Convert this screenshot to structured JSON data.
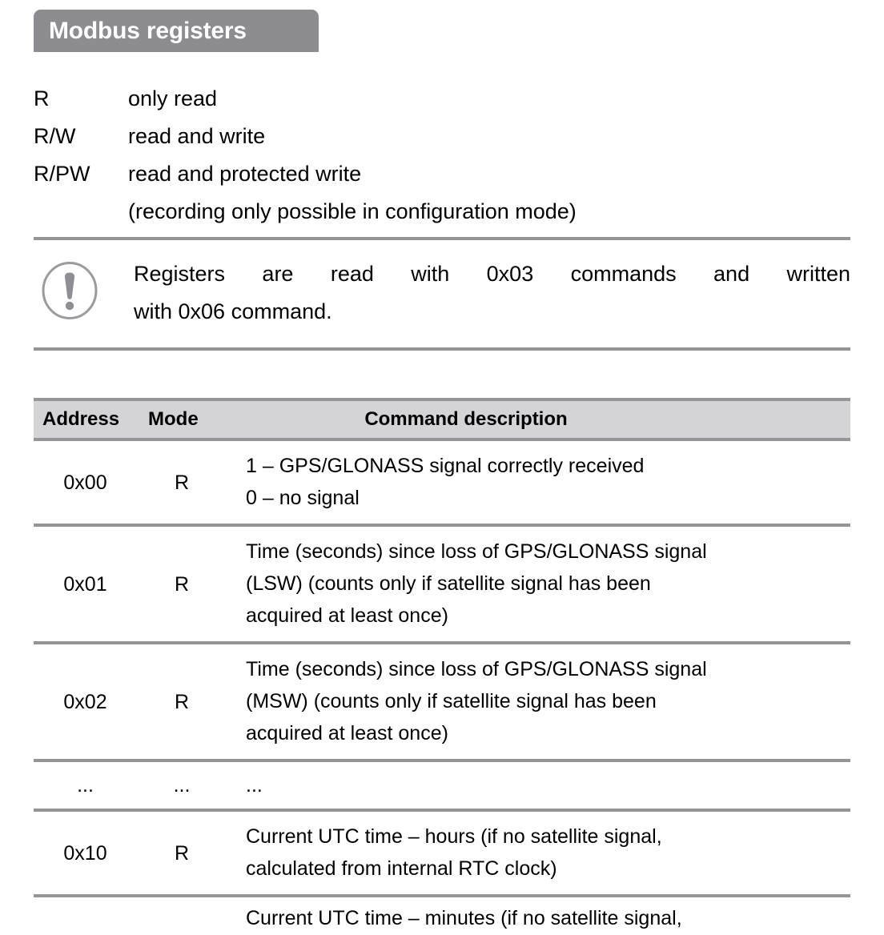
{
  "title": {
    "text": "Modbus registers",
    "badge_color": "#8c8c91",
    "text_color": "#ffffff"
  },
  "legend": {
    "items": [
      {
        "code": "R",
        "description": "only read"
      },
      {
        "code": "R/W",
        "description": "read and write"
      },
      {
        "code": "R/PW",
        "description": "read and protected write"
      }
    ],
    "sub_note": "(recording only possible in configuration mode)"
  },
  "note": {
    "icon": "exclamation-circle-icon",
    "line1": "Registers are read with 0x03 commands and written",
    "line2": "with 0x06 command."
  },
  "table": {
    "header": {
      "address": "Address",
      "mode": "Mode",
      "description": "Command description"
    },
    "rows": [
      {
        "address": "0x00",
        "mode": "R",
        "lines": [
          "1 – GPS/GLONASS signal correctly received",
          "0 – no signal"
        ]
      },
      {
        "address": "0x01",
        "mode": "R",
        "lines": [
          "Time (seconds) since loss of GPS/GLONASS signal",
          "(LSW) (counts only if satellite signal has been",
          "acquired at least once)"
        ]
      },
      {
        "address": "0x02",
        "mode": "R",
        "lines": [
          "Time (seconds) since loss of GPS/GLONASS signal",
          "(MSW) (counts only if satellite signal has been",
          "acquired at least once)"
        ]
      },
      {
        "address": "...",
        "mode": "...",
        "lines": [
          "..."
        ]
      },
      {
        "address": "0x10",
        "mode": "R",
        "lines": [
          "Current UTC time – hours (if no satellite signal,",
          "calculated from internal RTC clock)"
        ]
      },
      {
        "address": "",
        "mode": "",
        "lines": [
          "Current UTC time – minutes (if no satellite signal,"
        ]
      }
    ]
  },
  "colors": {
    "rule": "#949499",
    "header_bg": "#d4d4d7",
    "text": "#000000"
  }
}
